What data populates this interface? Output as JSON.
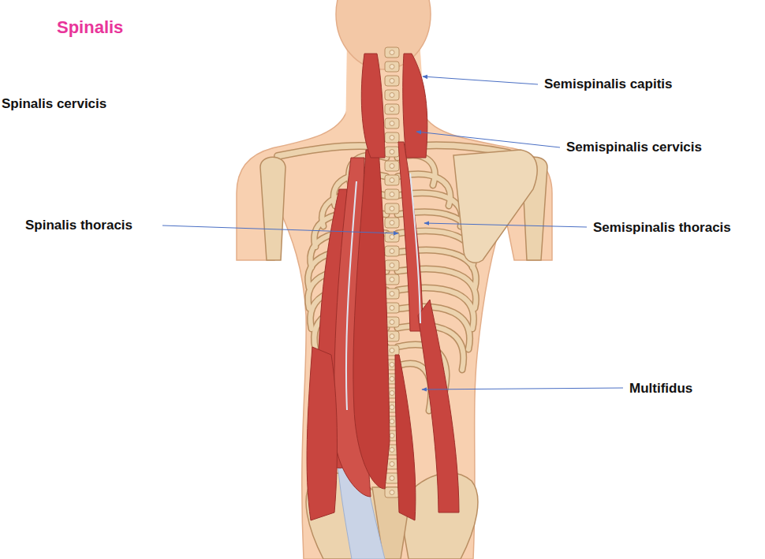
{
  "diagram": {
    "title": "Spinalis",
    "labels": [
      "Semispinalis capitis",
      "Spinalis cervicis",
      "Semispinalis cervicis",
      "Spinalis thoracis",
      "Semispinalis thoracis",
      "Multifidus"
    ]
  }
}
